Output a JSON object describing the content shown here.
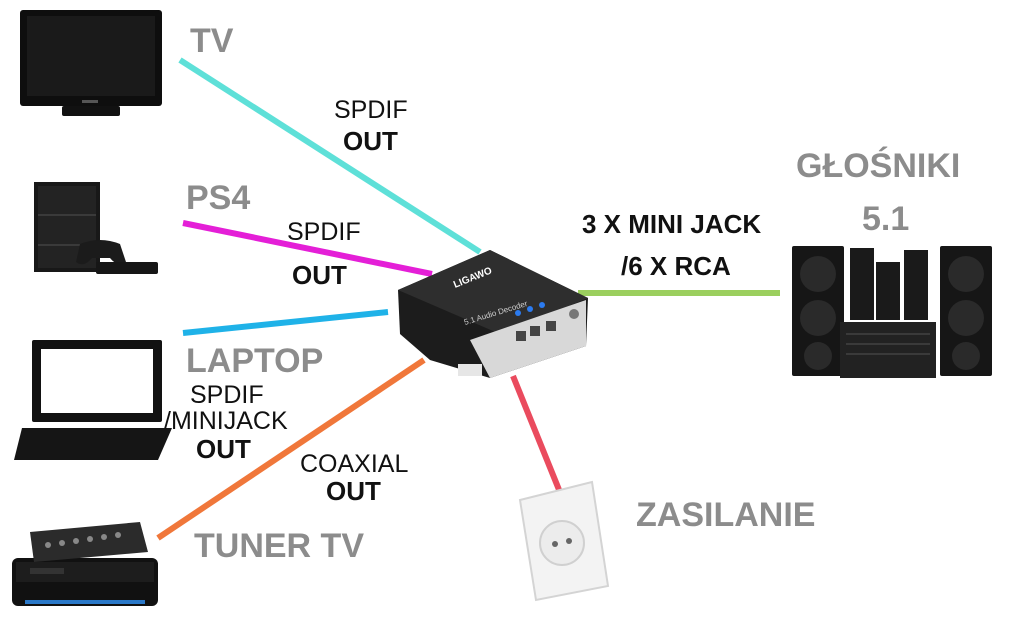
{
  "devices": {
    "tv": "TV",
    "ps4": "PS4",
    "laptop": "LAPTOP",
    "tuner": "TUNER TV",
    "speakers_line1": "GŁOŚNIKI",
    "speakers_line2": "5.1",
    "power": "ZASILANIE"
  },
  "connections": {
    "tv_line1": "SPDIF",
    "tv_line2": "OUT",
    "ps4_line1": "SPDIF",
    "ps4_line2": "OUT",
    "laptop_line1": "SPDIF",
    "laptop_line2": "/MINIJACK",
    "laptop_line3": "OUT",
    "tuner_line1": "COAXIAL",
    "tuner_line2": "OUT",
    "speakers_line1": "3 X MINI JACK",
    "speakers_line2": "/6 X RCA"
  },
  "decoder": {
    "brand": "LIGAWO",
    "model": "5.1 Audio Decoder"
  },
  "colors": {
    "tv_line": "#5ee0d8",
    "ps4_line": "#e41fd7",
    "laptop_line": "#1fb2e8",
    "tuner_line": "#f0773a",
    "speakers_line": "#9bcf5e",
    "power_line": "#ea4b5e"
  }
}
